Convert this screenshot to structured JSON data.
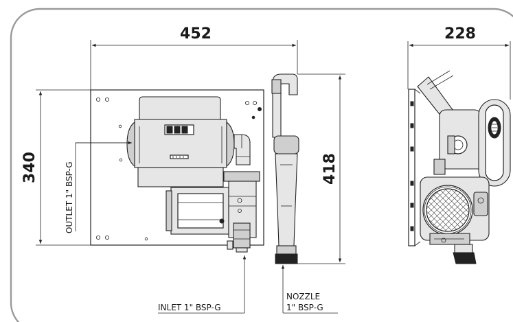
{
  "dimensions": {
    "front_width": "452",
    "front_height": "340",
    "nozzle_height": "418",
    "side_width": "228"
  },
  "callouts": {
    "outlet": "OUTLET 1\" BSP-G",
    "inlet": "INLET 1\" BSP-G",
    "nozzle_line1": "NOZZLE",
    "nozzle_line2": "1\" BSP-G"
  }
}
